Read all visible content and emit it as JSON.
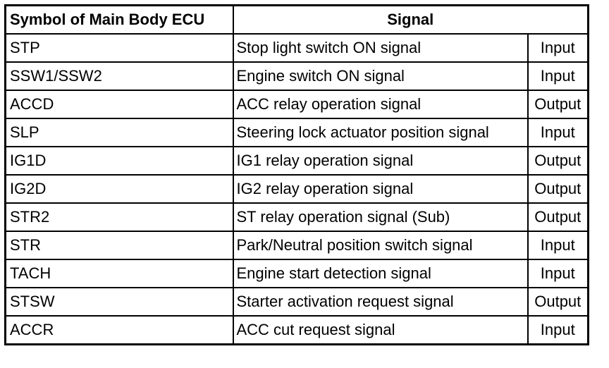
{
  "table": {
    "headers": {
      "symbol": "Symbol of Main Body ECU",
      "signal": "Signal"
    },
    "rows": [
      {
        "symbol": "STP",
        "signal": "Stop light switch ON signal",
        "direction": "Input"
      },
      {
        "symbol": "SSW1/SSW2",
        "signal": "Engine switch ON signal",
        "direction": "Input"
      },
      {
        "symbol": "ACCD",
        "signal": "ACC relay operation signal",
        "direction": "Output"
      },
      {
        "symbol": "SLP",
        "signal": "Steering lock actuator position signal",
        "direction": "Input"
      },
      {
        "symbol": "IG1D",
        "signal": "IG1 relay operation signal",
        "direction": "Output"
      },
      {
        "symbol": "IG2D",
        "signal": "IG2 relay operation signal",
        "direction": "Output"
      },
      {
        "symbol": "STR2",
        "signal": "ST relay operation signal (Sub)",
        "direction": "Output"
      },
      {
        "symbol": "STR",
        "signal": "Park/Neutral position switch signal",
        "direction": "Input"
      },
      {
        "symbol": "TACH",
        "signal": "Engine start detection signal",
        "direction": "Input"
      },
      {
        "symbol": "STSW",
        "signal": "Starter activation request signal",
        "direction": "Output"
      },
      {
        "symbol": "ACCR",
        "signal": "ACC cut request signal",
        "direction": "Input"
      }
    ]
  }
}
